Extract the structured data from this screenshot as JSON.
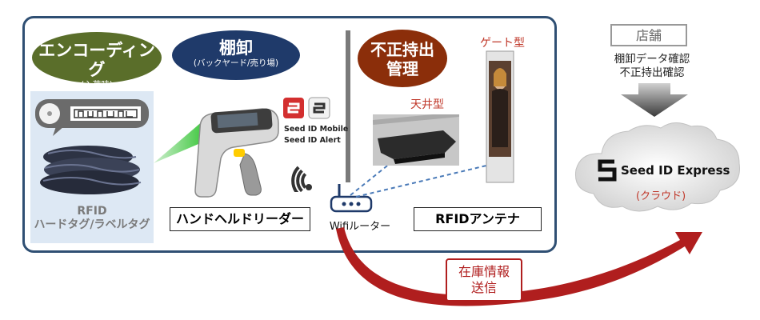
{
  "encoding": {
    "title": "エンコーディング",
    "sub": "(入荷時)"
  },
  "inventory": {
    "title": "棚卸",
    "sub": "(バックヤード/売り場)"
  },
  "fraud": {
    "line1": "不正持出",
    "line2": "管理"
  },
  "tags": {
    "line1": "RFID",
    "line2": "ハードタグ/ラベルタグ"
  },
  "handheld": {
    "label": "ハンドヘルドリーダー",
    "app1": "Seed ID Mobile",
    "app2": "Seed ID Alert"
  },
  "router": {
    "label": "Wifiルーター"
  },
  "antenna": {
    "label": "RFIDアンテナ",
    "ceiling": "天井型",
    "gate": "ゲート型"
  },
  "store": {
    "tag": "店舗",
    "line1": "棚卸データ確認",
    "line2": "不正持出確認"
  },
  "cloud": {
    "name": "Seed ID Express",
    "sub": "(クラウド)"
  },
  "send": {
    "line1": "在庫情報",
    "line2": "送信"
  },
  "colors": {
    "frame": "#2f4f73",
    "encoding": "#5a6e2a",
    "inventory": "#1f3a6a",
    "fraud": "#8b2e0a",
    "arrow": "#b01e1e"
  }
}
